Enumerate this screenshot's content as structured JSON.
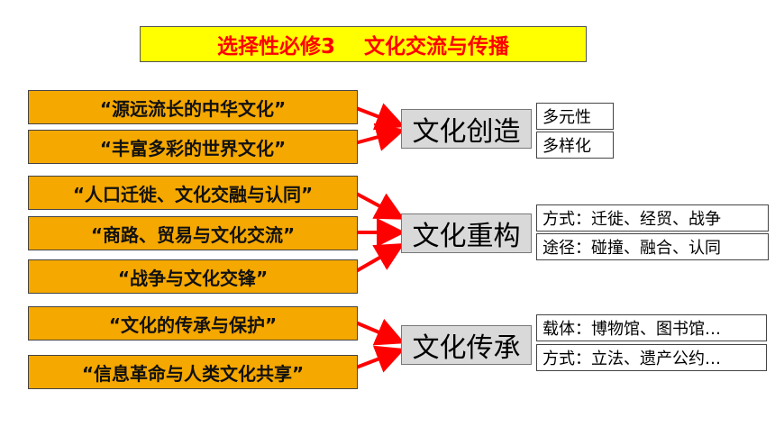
{
  "title": "选择性必修3    文化交流与传播",
  "colors": {
    "title_bg": "#ffff00",
    "title_text": "#ff0000",
    "topic_bg": "#f5a800",
    "hub_bg": "#d9d9d9",
    "arrow": "#ff0000"
  },
  "groups": [
    {
      "hub": "文化创造",
      "topics": [
        "“源远流长的中华文化”",
        "“丰富多彩的世界文化”"
      ],
      "notes": [
        "多元性",
        "多样化"
      ]
    },
    {
      "hub": "文化重构",
      "topics": [
        "“人口迁徙、文化交融与认同”",
        "“商路、贸易与文化交流”",
        "“战争与文化交锋”"
      ],
      "notes": [
        "方式：迁徙、经贸、战争",
        "途径：碰撞、融合、认同"
      ]
    },
    {
      "hub": "文化传承",
      "topics": [
        "“文化的传承与保护”",
        "“信息革命与人类文化共享”"
      ],
      "notes": [
        "载体：博物馆、图书馆…",
        "方式：立法、遗产公约…"
      ]
    }
  ]
}
